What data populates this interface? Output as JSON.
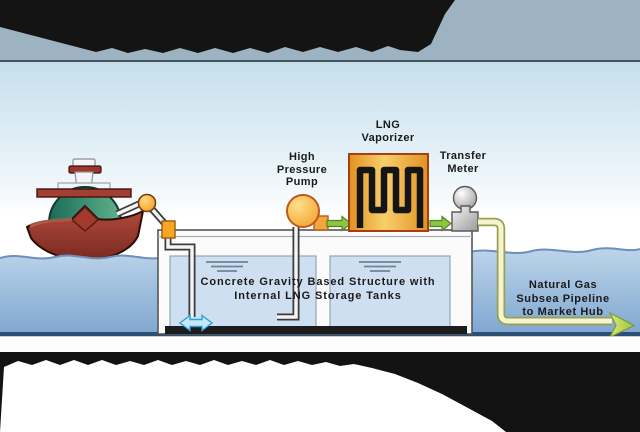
{
  "banner": {
    "legible": false,
    "style": "black angled ribbon, title text blacked out"
  },
  "caption": {
    "legible": false,
    "style": "black band with white cutout, caption text blacked out"
  },
  "labels": {
    "pump": {
      "lines": [
        "High",
        "Pressure",
        "Pump"
      ]
    },
    "vaporizer": {
      "lines": [
        "LNG",
        "Vaporizer"
      ]
    },
    "meter": {
      "lines": [
        "Transfer",
        "Meter"
      ]
    },
    "structure": {
      "lines": [
        "Concrete Gravity Based Structure with",
        "Internal LNG Storage Tanks"
      ]
    },
    "pipeline": {
      "lines": [
        "Natural Gas",
        "Subsea Pipeline",
        "to Market Hub"
      ]
    }
  },
  "colors": {
    "banner_black": "#141414",
    "top_band": "#9db3c1",
    "sky_top": "#c6dfed",
    "water_top": "#bdd5ea",
    "water_bottom": "#7ea5d0",
    "hull_red": "#9c3a2c",
    "sphere_green": "#3d8f72",
    "pump_orange": "#f2a62c",
    "vaporizer_amber": "#eead2f",
    "flow_arrow_green": "#8cc63f",
    "pipe_pale_yellow": "#f4f4cf",
    "meter_gray": "#b5b5b5",
    "tank_blue": "#cddff0",
    "seabed_white": "#fdfdfd"
  }
}
